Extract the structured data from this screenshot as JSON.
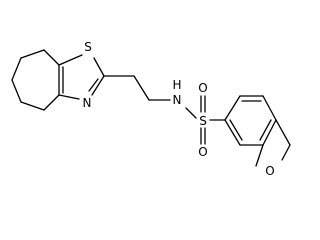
{
  "molecule": {
    "atoms": {
      "S_thiazole": "S",
      "N_thiazole": "N",
      "N_amide": "N",
      "H_amide": "H",
      "S_sulfonyl": "S",
      "O_top": "O",
      "O_bottom": "O",
      "O_ring": "O"
    }
  }
}
